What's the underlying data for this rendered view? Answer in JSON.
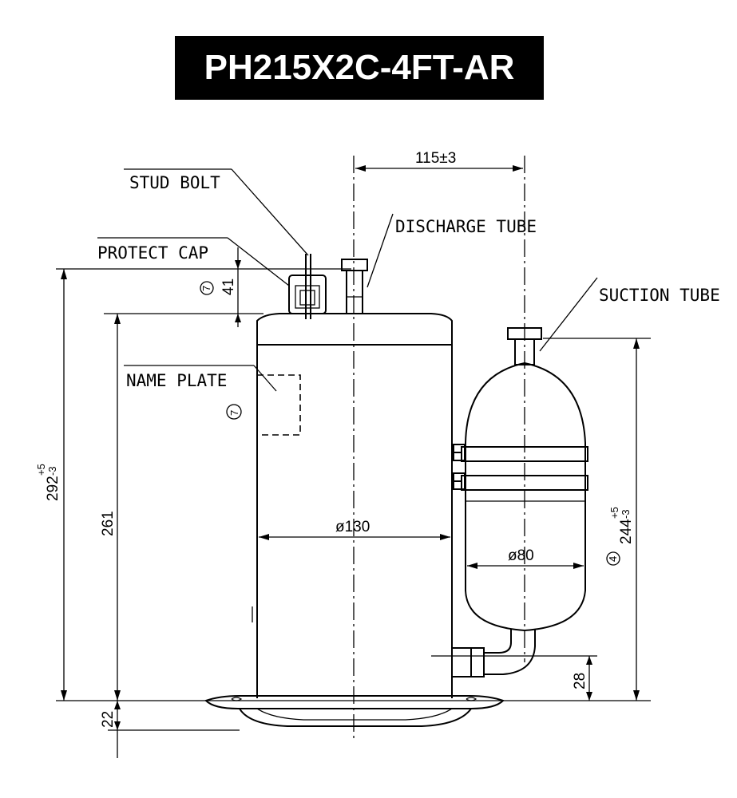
{
  "title": "PH215X2C-4FT-AR",
  "labels": {
    "stud_bolt": "STUD BOLT",
    "protect_cap": "PROTECT CAP",
    "discharge_tube": "DISCHARGE TUBE",
    "suction_tube": "SUCTION TUBE",
    "name_plate": "NAME PLATE"
  },
  "dimensions": {
    "top_offset": "115±3",
    "cap_height": "41",
    "overall_height_base": "292",
    "overall_height_tol_plus": "+5",
    "overall_height_tol_minus": "-3",
    "shell_height": "261",
    "shell_diameter": "ø130",
    "accumulator_diameter": "ø80",
    "accumulator_height_base": "244",
    "accumulator_height_tol_plus": "+5",
    "accumulator_height_tol_minus": "-3",
    "suction_height": "28",
    "base_height": "22"
  },
  "markers": {
    "seven": "7",
    "four": "4"
  }
}
